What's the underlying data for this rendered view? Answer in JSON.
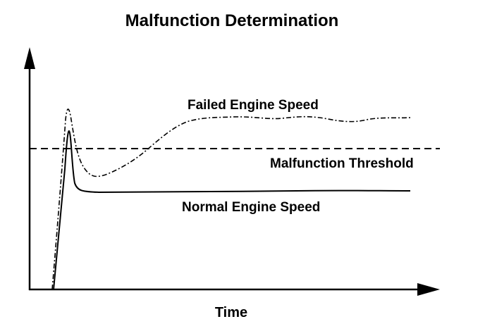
{
  "title": "Malfunction Determination",
  "axes": {
    "x_label": "Time"
  },
  "curves": {
    "failed_label": "Failed Engine Speed",
    "threshold_label": "Malfunction Threshold",
    "normal_label": "Normal Engine Speed"
  },
  "colors": {
    "line": "#000000",
    "background": "#ffffff"
  }
}
